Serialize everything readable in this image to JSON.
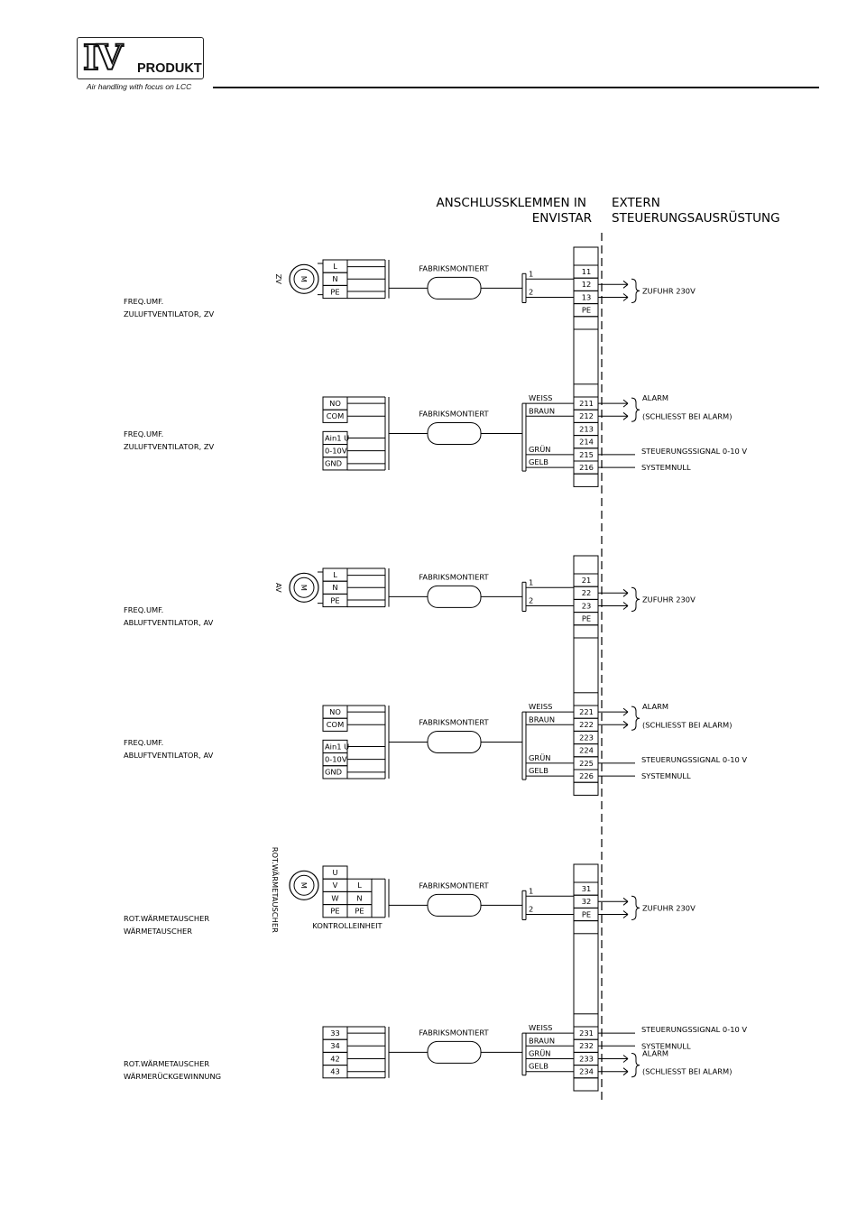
{
  "logo": {
    "mark": "IV",
    "name": "PRODUKT",
    "tagline": "Air handling with focus on LCC"
  },
  "headers": {
    "left_line1": "ANSCHLUSSKLEMMEN IN",
    "left_line2": "ENVISTAR",
    "right_line1": "EXTERN",
    "right_line2": "STEUERUNGSAUSRÜSTUNG"
  },
  "common": {
    "factory": "FABRIKSMONTIERT",
    "motor": "M",
    "wire1": "1",
    "wire2": "2"
  },
  "groups": [
    {
      "label_line1": "FREQ.UMF.",
      "label_line2": "ZULUFTVENTILATOR, ZV",
      "device_tag": "ZV",
      "device_terminals": [
        "L",
        "N",
        "PE"
      ],
      "strip": [
        "11",
        "12",
        "13",
        "PE"
      ],
      "external": "ZUFUHR 230V"
    },
    {
      "label_line1": "FREQ.UMF.",
      "label_line2": "ZULUFTVENTILATOR, ZV",
      "device_terminals": [
        "NO",
        "COM",
        "Ain1 U",
        "0-10V",
        "GND"
      ],
      "wire_colors": [
        "WEISS",
        "BRAUN",
        "GRÜN",
        "GELB"
      ],
      "strip": [
        "211",
        "212",
        "213",
        "214",
        "215",
        "216"
      ],
      "external_alarm_1": "ALARM",
      "external_alarm_2": "(SCHLIESST BEI ALARM)",
      "external_signal": "STEUERUNGSSIGNAL 0-10 V",
      "external_null": "SYSTEMNULL"
    },
    {
      "label_line1": "FREQ.UMF.",
      "label_line2": "ABLUFTVENTILATOR, AV",
      "device_tag": "AV",
      "device_terminals": [
        "L",
        "N",
        "PE"
      ],
      "strip": [
        "21",
        "22",
        "23",
        "PE"
      ],
      "external": "ZUFUHR 230V"
    },
    {
      "label_line1": "FREQ.UMF.",
      "label_line2": "ABLUFTVENTILATOR, AV",
      "device_terminals": [
        "NO",
        "COM",
        "Ain1 U",
        "0-10V",
        "GND"
      ],
      "wire_colors": [
        "WEISS",
        "BRAUN",
        "GRÜN",
        "GELB"
      ],
      "strip": [
        "221",
        "222",
        "223",
        "224",
        "225",
        "226"
      ],
      "external_alarm_1": "ALARM",
      "external_alarm_2": "(SCHLIESST BEI ALARM)",
      "external_signal": "STEUERUNGSSIGNAL 0-10 V",
      "external_null": "SYSTEMNULL"
    },
    {
      "label_line1": "ROT.WÄRMETAUSCHER",
      "label_line2": "WÄRMETAUSCHER",
      "device_tag": "ROT.WÄRMETAUSCHER",
      "motor_terminals": [
        "U",
        "V",
        "W",
        "PE"
      ],
      "device_terminals": [
        "L",
        "N",
        "PE"
      ],
      "unit_label": "KONTROLLEINHEIT",
      "strip": [
        "31",
        "32",
        "PE"
      ],
      "external": "ZUFUHR 230V"
    },
    {
      "label_line1": "ROT.WÄRMETAUSCHER",
      "label_line2": "WÄRMERÜCKGEWINNUNG",
      "device_terminals": [
        "33",
        "34",
        "42",
        "43"
      ],
      "wire_colors": [
        "WEISS",
        "BRAUN",
        "GRÜN",
        "GELB"
      ],
      "strip": [
        "231",
        "232",
        "233",
        "234"
      ],
      "external_signal": "STEUERUNGSSIGNAL 0-10 V",
      "external_null": "SYSTEMNULL",
      "external_alarm_1": "ALARM",
      "external_alarm_2": "(SCHLIESST BEI ALARM)"
    }
  ]
}
